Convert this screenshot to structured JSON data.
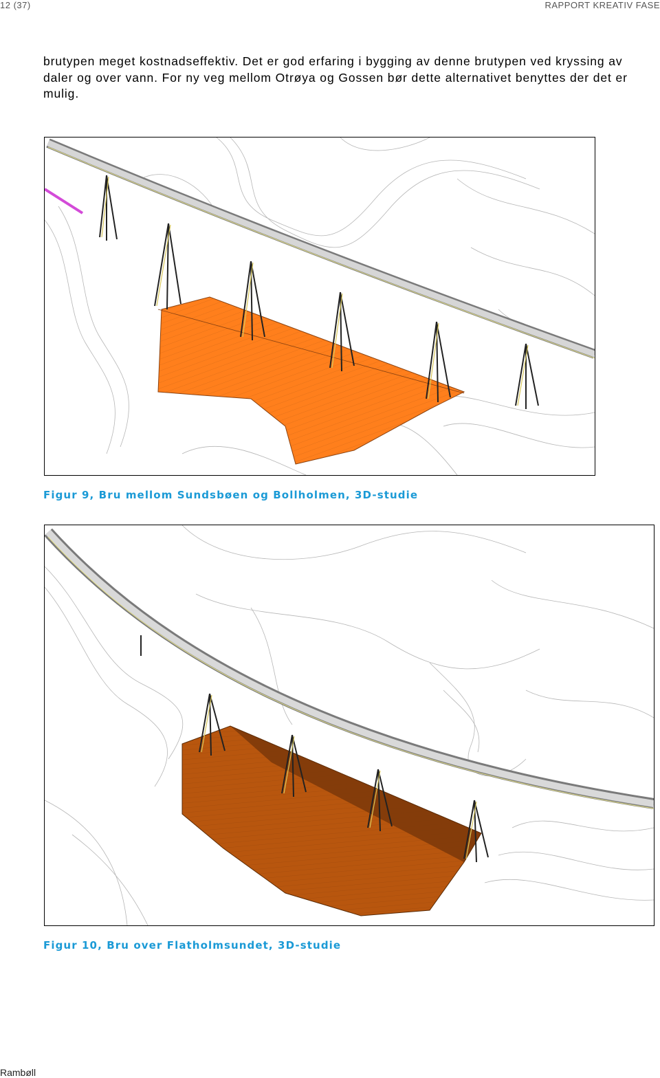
{
  "header": {
    "page_number": "12 (37)",
    "report_title": "RAPPORT KREATIV FASE"
  },
  "body": {
    "paragraph": "brutypen meget kostnadseffektiv. Det er god erfaring i bygging av denne brutypen ved kryssing av daler og over vann. For ny veg mellom Otrøya og Gossen bør dette alternativet benyttes der det er mulig."
  },
  "figures": [
    {
      "caption": "Figur 9, Bru mellom Sundsbøen og Bollholmen, 3D-studie",
      "fill_color": "#ff7f1c"
    },
    {
      "caption": "Figur 10, Bru over Flatholmsundet, 3D-studie",
      "fill_color": "#b8560e"
    }
  ],
  "footer": {
    "company": "Rambøll"
  }
}
